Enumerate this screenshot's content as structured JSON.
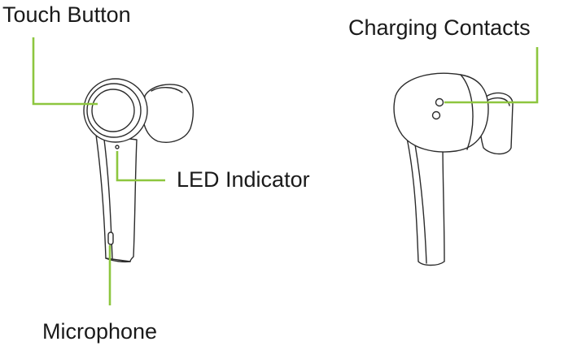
{
  "labels": {
    "touch_button": "Touch Button",
    "charging_contacts": "Charging Contacts",
    "led_indicator": "LED Indicator",
    "microphone": "Microphone"
  },
  "colors": {
    "leader_line": "#8dc63f",
    "outline": "#2b2b2b",
    "text": "#1a1a1a",
    "background": "#ffffff"
  }
}
